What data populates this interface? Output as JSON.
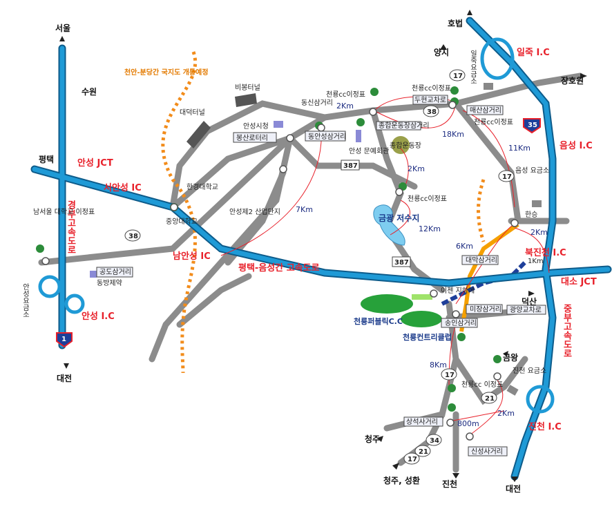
{
  "directions": {
    "seoul": "서울",
    "daejeon_left": "대전",
    "hobeop": "호법",
    "janghowon": "장호원",
    "daejeon_right": "대전",
    "cheongju": "청주",
    "cheongju_seonghwan": "청주, 성환",
    "jincheon": "진천",
    "yangji": "양지",
    "suwon": "수원",
    "pyeongtaek": "평택",
    "deoksan": "덕산",
    "geumwang": "금왕"
  },
  "interchanges": {
    "anseong_jct": "안성 JCT",
    "seoanseong_ic": "서안성 IC",
    "namanseong_ic": "남안성 IC",
    "iljuk_ic": "일죽 I.C",
    "eumseong_ic": "음성 I.C",
    "bukjincheon_ic": "북진천 I.C",
    "daeso_jct": "대소 JCT",
    "jincheon_ic": "진천 I.C",
    "anseong_ic": "안성 I.C"
  },
  "expressways": {
    "gyeongbu": "경부고속도로",
    "jungbu": "중부고속도로",
    "pyeongtaek_eumseong": "평택-음성간 고속도로",
    "planned_road": "천안-분당간 국지도 개통예정"
  },
  "places": {
    "bibong_tunnel": "비봉터널",
    "daedeok_tunnel": "대덕터널",
    "anseong_city_hall": "안성시청",
    "bongsan_rotary": "봉산로터리",
    "dongansung": "동안성삼거리",
    "hankyong_univ": "한경대학교",
    "jungang_univ": "중앙대학교",
    "industrial_complex": "안성제2 산업단지",
    "anseong_culture": "안성 문예회관",
    "sports_complex": "종합운동장",
    "sports_junction": "종합운동장삼거리",
    "geumgwang_reservoir": "금광 저수지",
    "cheonryong_sign_1": "천룡cc이정표",
    "cheonryong_sign_2": "천룡cc이정표",
    "cheonryong_sign_3": "천룡cc이정표",
    "cheonryong_sign_4": "천룡cc이정표",
    "dongsin_junction": "동신삼거리",
    "duhyeon_bridge": "두현교차로",
    "maesan_junction": "매산삼거리",
    "iljuk_tollgate": "일죽요금소",
    "eumseong_tollgate": "음성 요금소",
    "hanseung": "한승",
    "daemak_junction": "대막삼거리",
    "gwanghye_cross": "광양교차로",
    "mijang_junction": "미장삼거리",
    "songin_junction": "송인삼거리",
    "sangseoksa_junction": "상석사거리",
    "sinseongsa_junction": "신성사거리",
    "jincheon_tollgate": "진천 요금소",
    "cheonryong_sign_5": "천룡cc 이정표",
    "namseoul_univ_sign": "남서울 대학교 이정표",
    "gongdo_junction": "공도삼거리",
    "dongbang_pharm": "동방제약",
    "anseong_toll_left": "안성요금소",
    "iheat_label": "이젠 지하에",
    "cheonryong_public": "천룡퍼블릭C.C",
    "cheonryong_cc": "천룡컨트리클럽",
    "bukjincheon_km": "1Km"
  },
  "routes": {
    "r17a": "17",
    "r38a": "38",
    "r387a": "387",
    "r38b": "38",
    "r17b": "17",
    "r387b": "387",
    "r17c": "17",
    "r21a": "21",
    "r34": "34",
    "r21b": "21",
    "r17d": "17",
    "shield_35": "35",
    "shield_1": "1"
  },
  "distances": {
    "d2km_top": "2Km",
    "d18km": "18Km",
    "d11km": "11Km",
    "d2km_mid": "2Km",
    "d12km": "12Km",
    "d7km": "7Km",
    "d6km": "6Km",
    "d2km_right": "2Km",
    "d8km": "8Km",
    "d800m": "800m",
    "d2km_bottom": "2Km"
  },
  "colors": {
    "expressway": "#1f9ad6",
    "road": "#8c8c8c",
    "planned": "#f28c1b",
    "accent_red": "#e8202a",
    "new_road": "#f5a000",
    "blue_road": "#1f3f9a"
  }
}
